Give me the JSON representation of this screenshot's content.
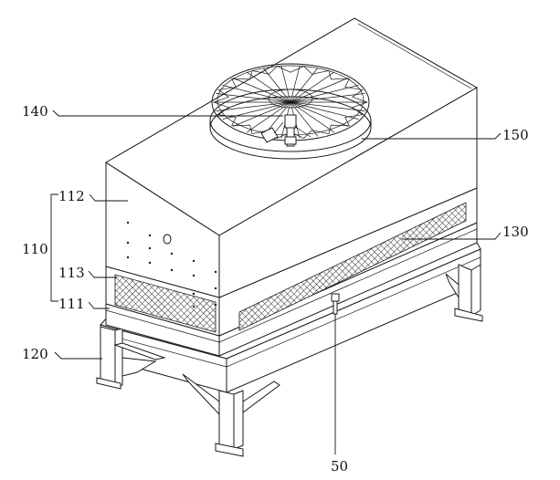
{
  "figure": {
    "background": "#ffffff",
    "line_color": "#1a1a1a",
    "labels": {
      "ref_140": "140",
      "ref_150": "150",
      "ref_112": "112",
      "ref_110": "110",
      "ref_130": "130",
      "ref_113": "113",
      "ref_111": "111",
      "ref_120": "120",
      "ref_50": "50"
    }
  }
}
